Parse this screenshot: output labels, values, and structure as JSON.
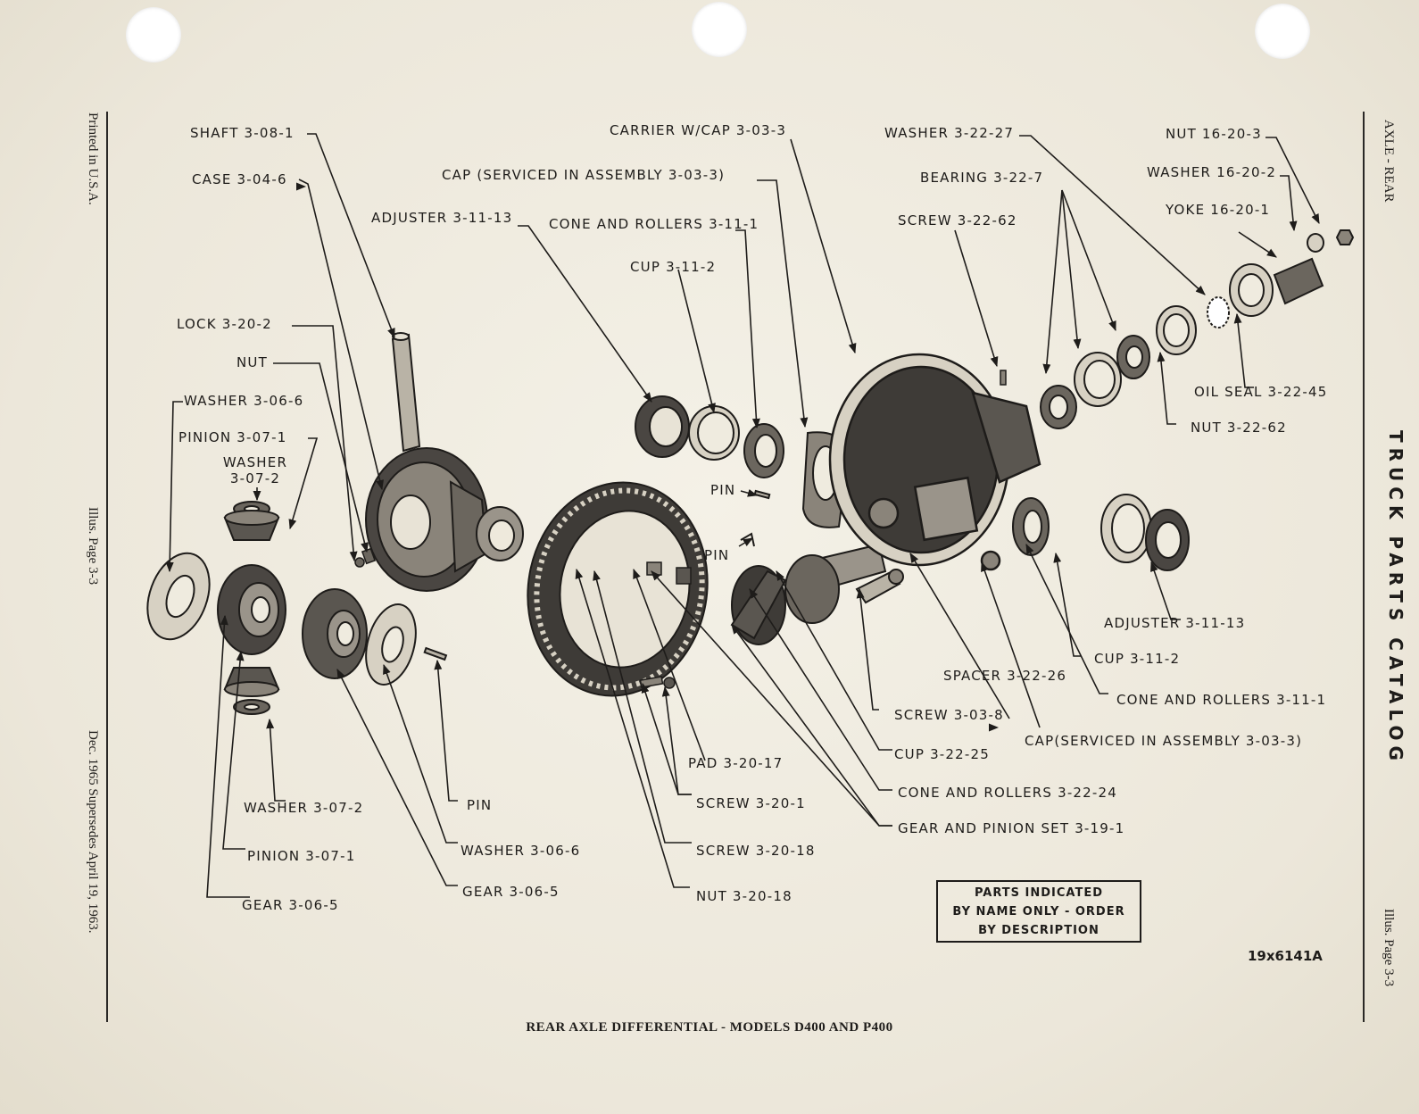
{
  "side_left": {
    "printed": "Printed in U.S.A.",
    "illus": "Illus. Page 3-3",
    "supersedes": "Dec. 1965 Supersedes April 19, 1963."
  },
  "side_right": {
    "section": "AXLE - REAR",
    "catalog": "TRUCK PARTS CATALOG",
    "illus": "Illus. Page 3-3"
  },
  "callouts": {
    "shaft": "SHAFT 3-08-1",
    "case": "CASE 3-04-6",
    "lock": "LOCK 3-20-2",
    "nut_plain": "NUT",
    "washer_3066_top": "WASHER 3-06-6",
    "pinion_3071_top": "PINION 3-07-1",
    "washer_3072_top_l1": "WASHER",
    "washer_3072_top_l2": "3-07-2",
    "washer_3072_bot": "WASHER 3-07-2",
    "pinion_3071_bot": "PINION 3-07-1",
    "gear_3065_left": "GEAR 3-06-5",
    "pin_bottom": "PIN",
    "washer_3066_bot": "WASHER 3-06-6",
    "gear_3065_bot": "GEAR 3-06-5",
    "carrier": "CARRIER W/CAP 3-03-3",
    "cap_top": "CAP (SERVICED IN ASSEMBLY 3-03-3)",
    "adjuster_top": "ADJUSTER 3-11-13",
    "cone_rollers_top": "CONE AND ROLLERS 3-11-1",
    "cup_top": "CUP 3-11-2",
    "pin_1": "PIN",
    "pin_2": "PIN",
    "washer_32227": "WASHER 3-22-27",
    "bearing": "BEARING 3-22-7",
    "screw_32262": "SCREW 3-22-62",
    "nut_16203": "NUT 16-20-3",
    "washer_16202": "WASHER 16-20-2",
    "yoke": "YOKE 16-20-1",
    "oil_seal": "OIL SEAL 3-22-45",
    "nut_32262": "NUT 3-22-62",
    "adjuster_right": "ADJUSTER 3-11-13",
    "cup_right": "CUP 3-11-2",
    "cone_rollers_right": "CONE AND ROLLERS 3-11-1",
    "cap_right": "CAP(SERVICED IN ASSEMBLY 3-03-3)",
    "spacer": "SPACER 3-22-26",
    "screw_3038": "SCREW 3-03-8",
    "cup_32225": "CUP 3-22-25",
    "cone_rollers_32224": "CONE AND ROLLERS 3-22-24",
    "gear_pinion_set": "GEAR AND PINION SET 3-19-1",
    "pad": "PAD 3-20-17",
    "screw_3201": "SCREW 3-20-1",
    "screw_32018": "SCREW 3-20-18",
    "nut_32018": "NUT 3-20-18"
  },
  "note": {
    "line1": "PARTS INDICATED",
    "line2": "BY NAME ONLY - ORDER",
    "line3": "BY DESCRIPTION"
  },
  "figure_number": "19x6141A",
  "caption": "REAR AXLE DIFFERENTIAL - MODELS D400 AND P400"
}
